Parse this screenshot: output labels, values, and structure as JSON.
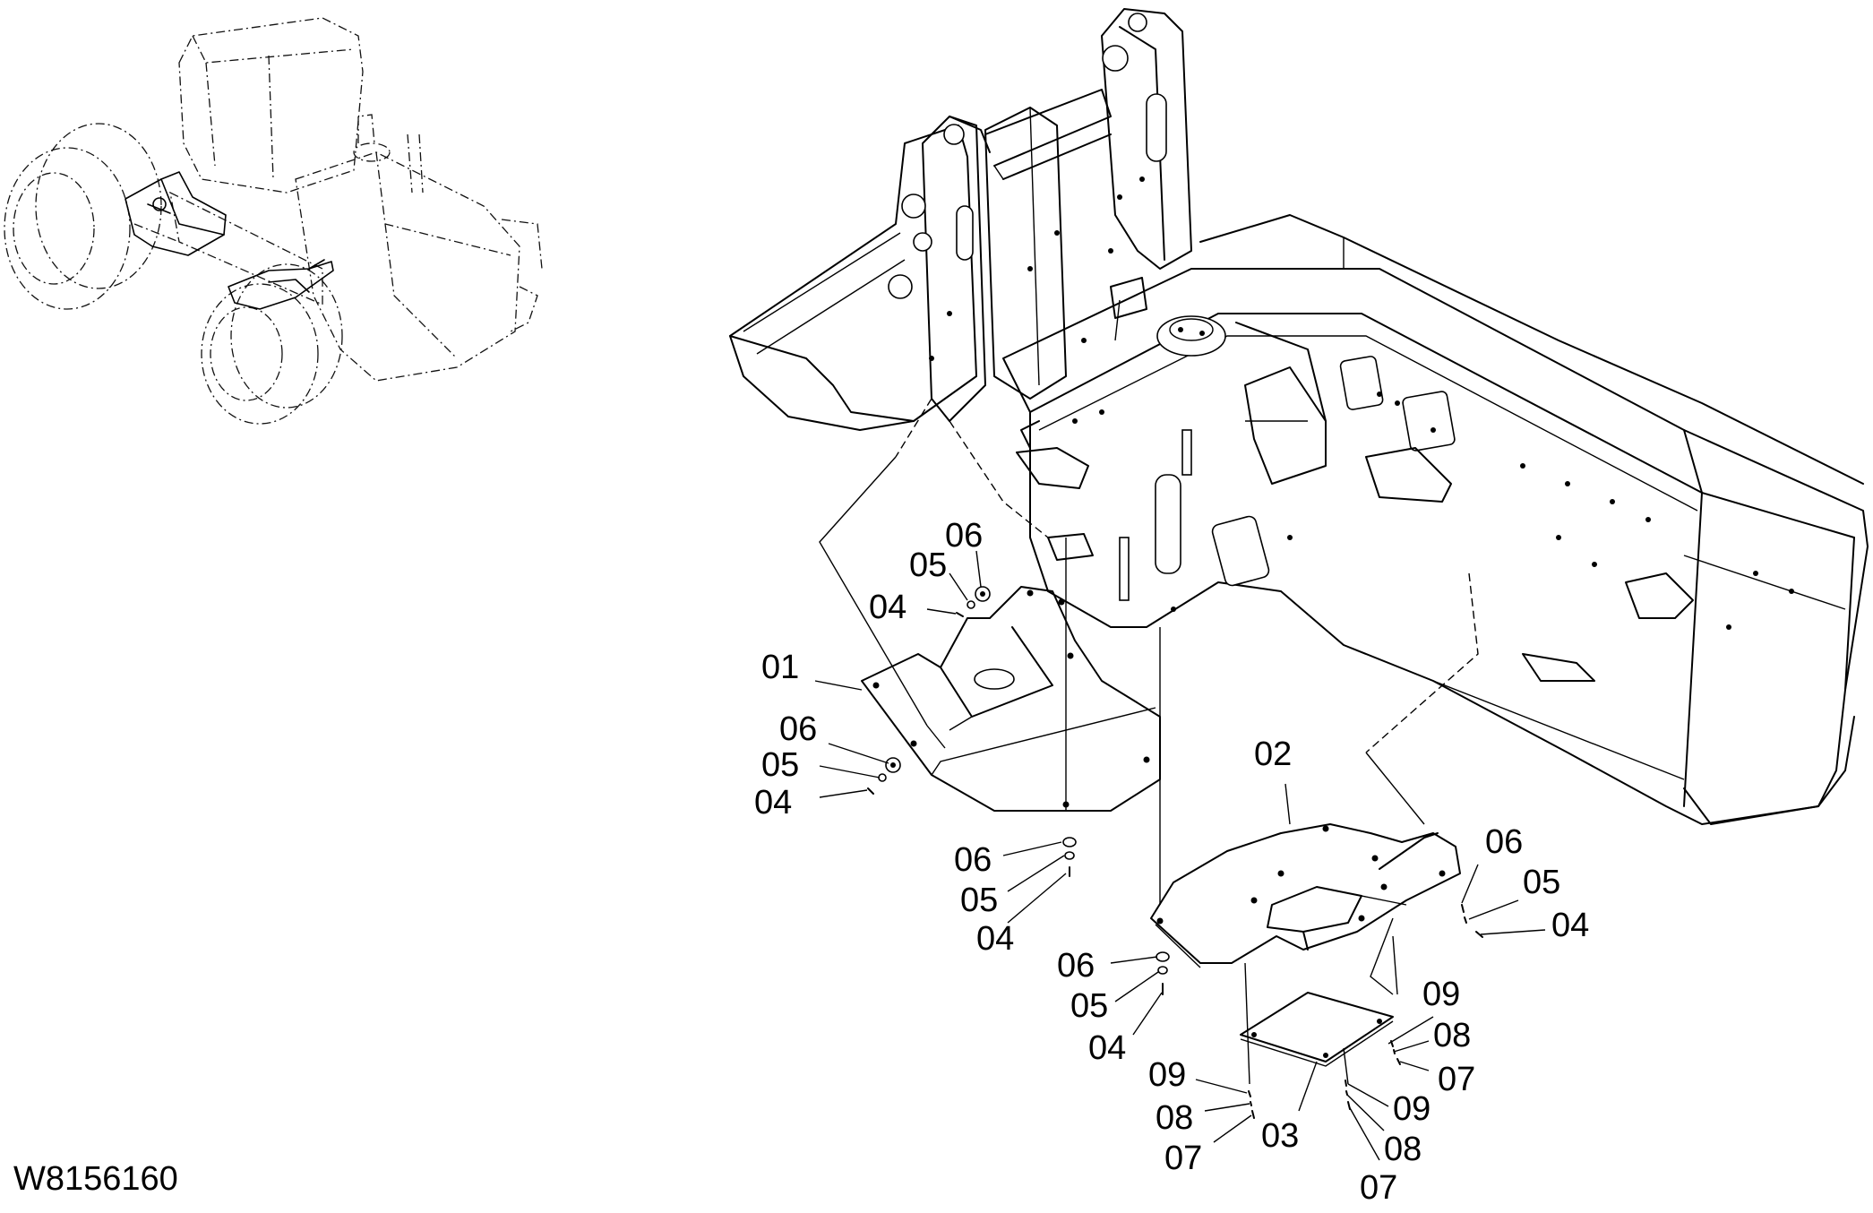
{
  "drawing_number": "W8156160",
  "callouts": {
    "c01": "01",
    "c02": "02",
    "c03": "03",
    "c04a": "04",
    "c04b": "04",
    "c04c": "04",
    "c04d": "04",
    "c04e": "04",
    "c05a": "05",
    "c05b": "05",
    "c05c": "05",
    "c05d": "05",
    "c05e": "05",
    "c06a": "06",
    "c06b": "06",
    "c06c": "06",
    "c06d": "06",
    "c06e": "06",
    "c07a": "07",
    "c07b": "07",
    "c07c": "07",
    "c08a": "08",
    "c08b": "08",
    "c08c": "08",
    "c09a": "09",
    "c09b": "09",
    "c09c": "09"
  }
}
